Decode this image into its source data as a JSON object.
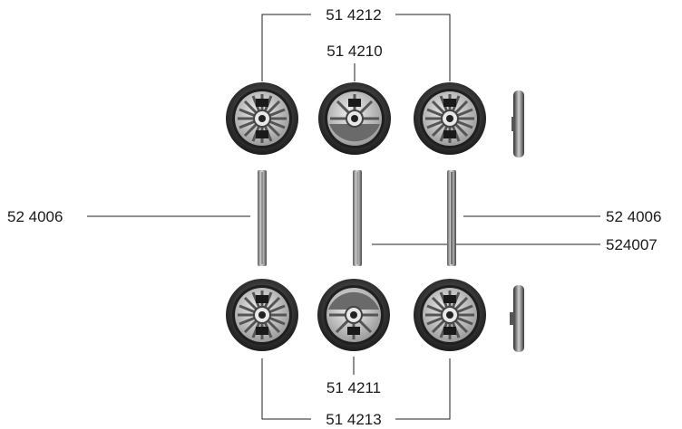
{
  "labels": {
    "top_outer_pair": "51 4212",
    "top_center": "51 4210",
    "axle_left": "52 4006",
    "axle_right": "52 4006",
    "axle_center": "524007",
    "bottom_center": "51 4211",
    "bottom_outer_pair": "51 4213"
  },
  "colors": {
    "tire_dark": "#2b2b2b",
    "tire_mid": "#6e6e6e",
    "hub_light": "#d8d8d8",
    "axle": "#9a9a9a",
    "line": "#222222",
    "text": "#1a1a1a"
  },
  "parts": {
    "wheels_top": [
      "spoked-wheel",
      "disc-wheel",
      "spoked-wheel",
      "wheel-side-profile"
    ],
    "axles": [
      "axle-rod",
      "axle-rod",
      "axle-rod"
    ],
    "wheels_bottom": [
      "spoked-wheel",
      "disc-wheel",
      "spoked-wheel",
      "wheel-side-profile"
    ]
  }
}
